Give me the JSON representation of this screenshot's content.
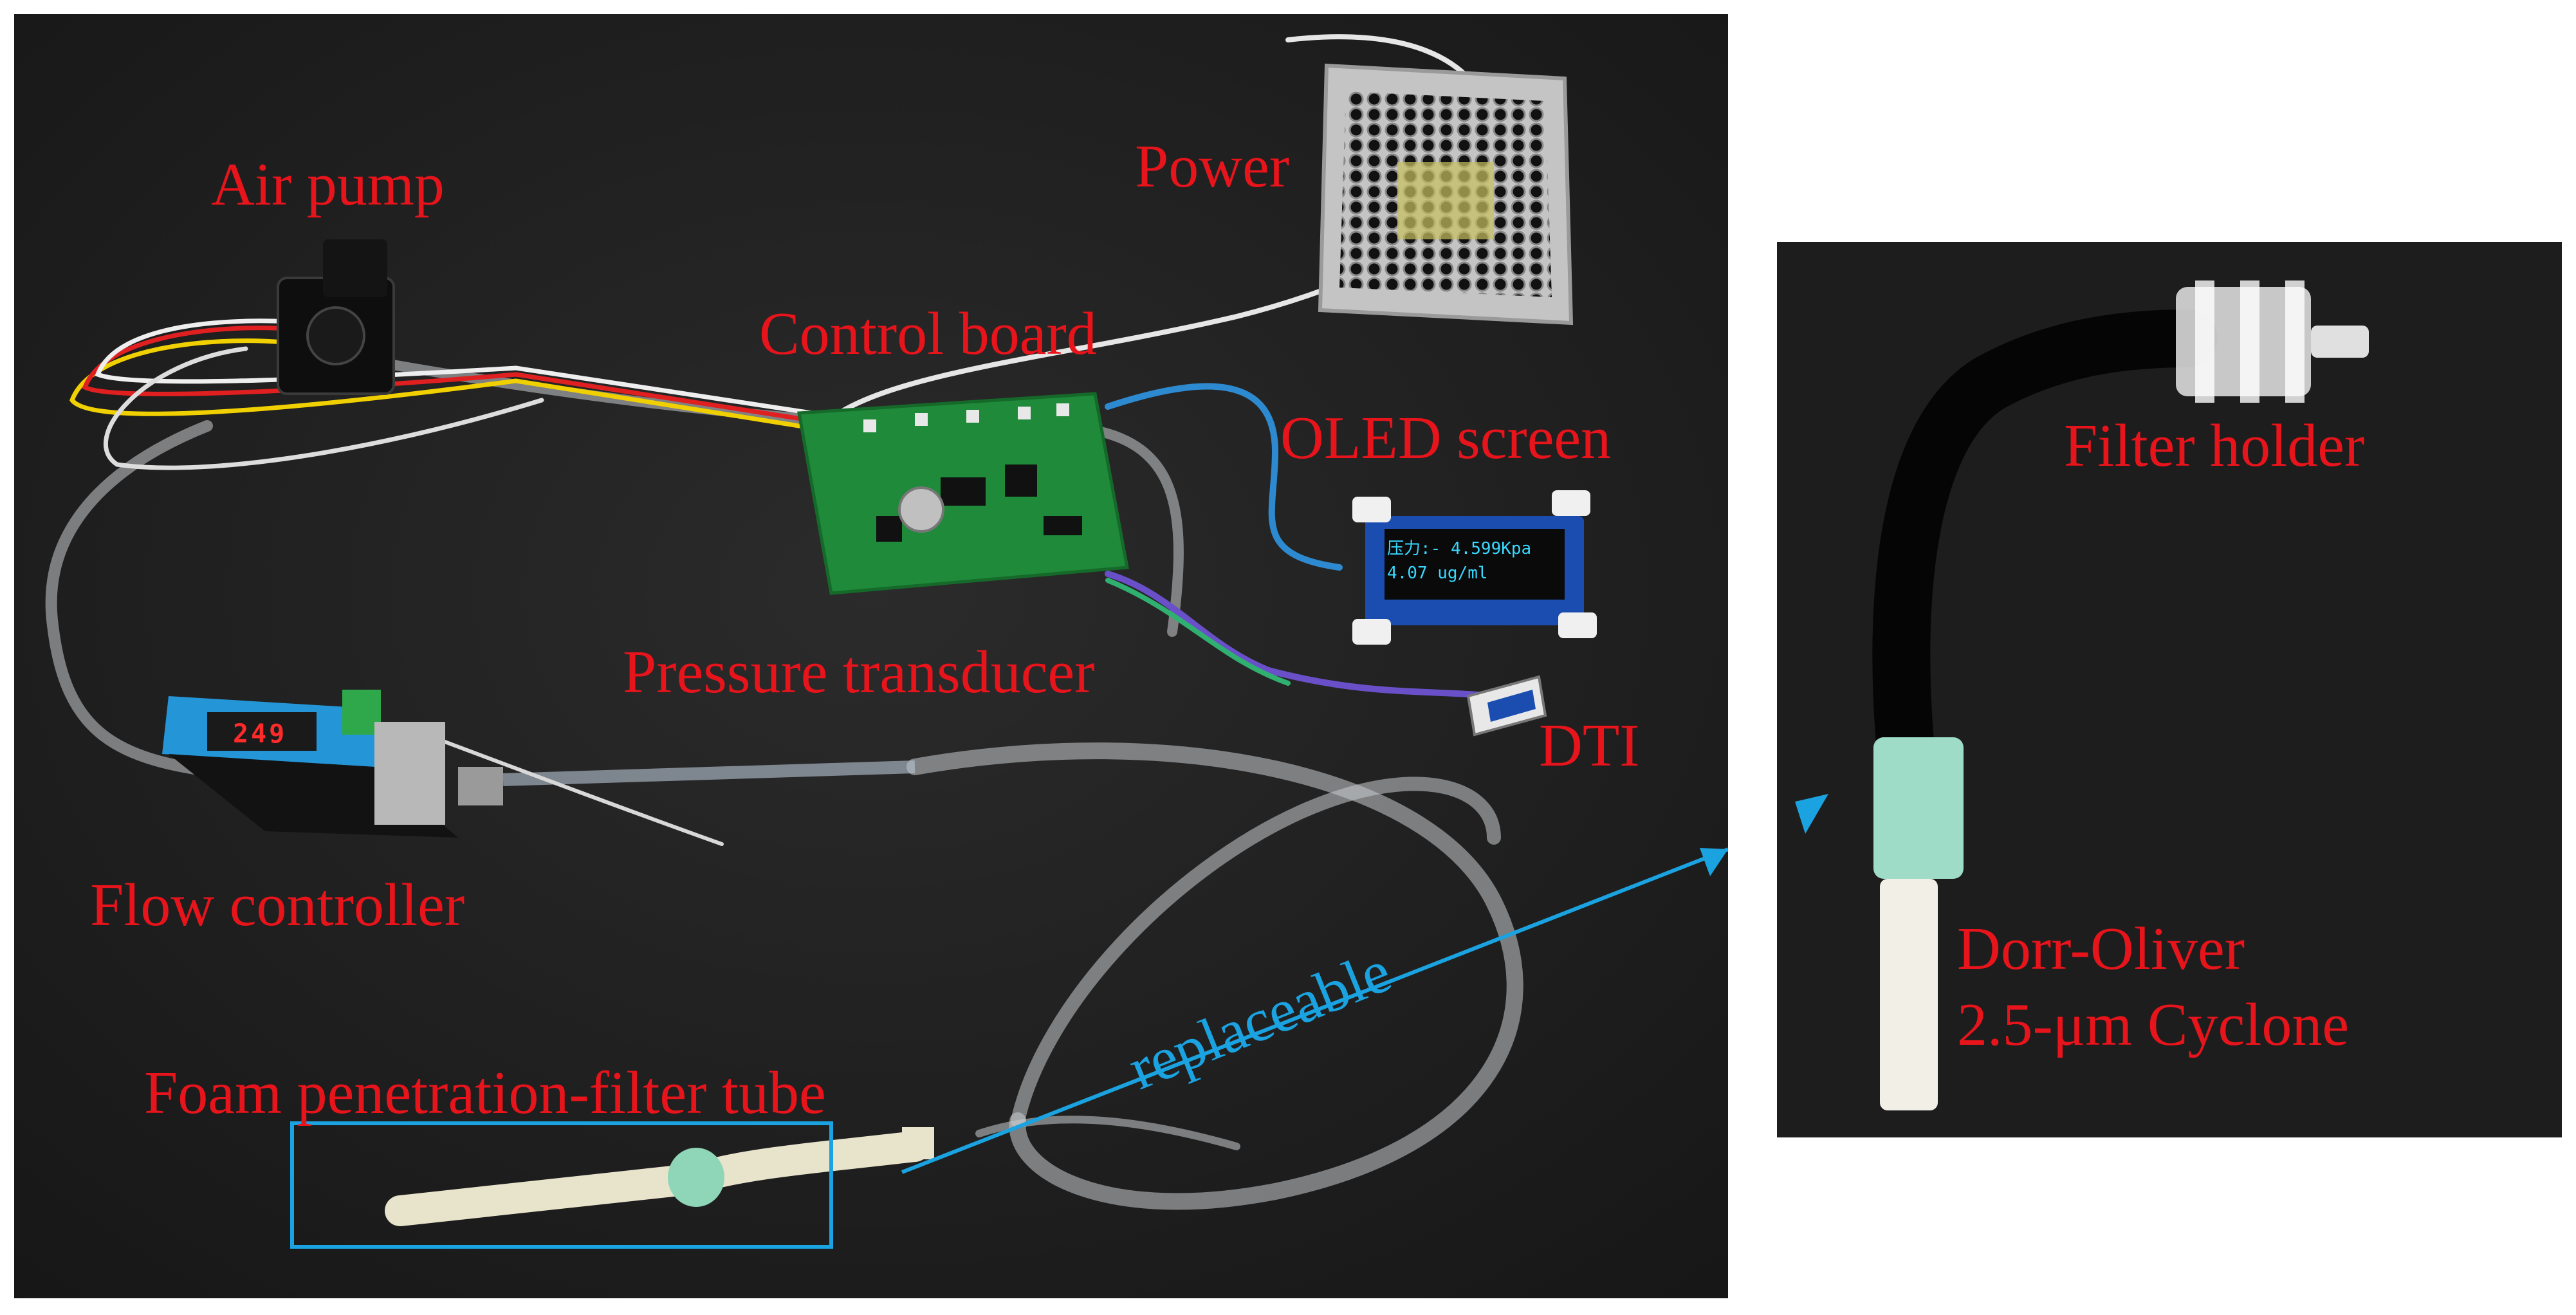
{
  "labels": {
    "air_pump": "Air pump",
    "power": "Power",
    "control_board": "Control board",
    "oled_screen": "OLED screen",
    "pressure_transducer": "Pressure transducer",
    "dti": "DTI",
    "flow_controller": "Flow controller",
    "foam_filter_tube": "Foam penetration-filter tube",
    "replaceable": "replaceable",
    "filter_holder": "Filter holder",
    "cyclone_line1": "Dorr-Oliver",
    "cyclone_line2": "2.5-μm Cyclone"
  },
  "oled": {
    "line1": "压力:- 4.599Kpa",
    "line2": "4.07 ug/ml"
  },
  "flow_display": "249",
  "colors": {
    "label_red": "#e8141c",
    "highlight_blue": "#1aa3e0",
    "bench_black": "#202020"
  }
}
